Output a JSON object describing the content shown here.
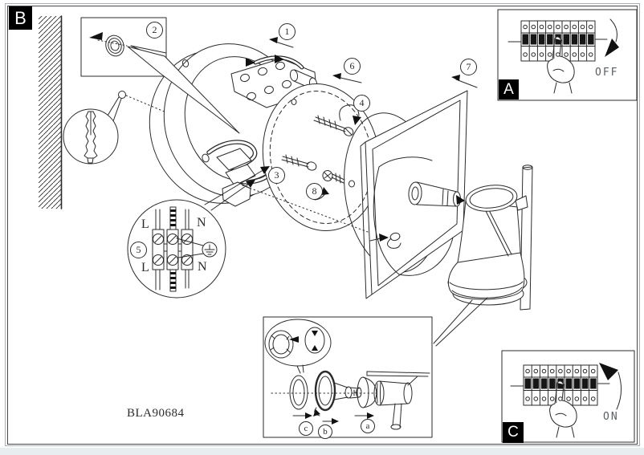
{
  "page": {
    "section_badge": "B",
    "product_code": "BLA90684"
  },
  "callouts": {
    "s1": "1",
    "s2": "2",
    "s3": "3",
    "s4": "4",
    "s5": "5",
    "s6": "6",
    "s7": "7",
    "s8": "8"
  },
  "sub_callouts": {
    "a": "a",
    "b": "b",
    "c": "c"
  },
  "wiring": {
    "live_top": "L",
    "neutral_top": "N",
    "live_bottom": "L",
    "neutral_bottom": "N"
  },
  "insets": {
    "breaker_off": {
      "badge": "A",
      "state": "OFF"
    },
    "breaker_on": {
      "badge": "C",
      "state": "ON"
    }
  },
  "colors": {
    "line": "#2b2b2b",
    "badge_bg": "#000000",
    "badge_text": "#ffffff",
    "footer_strip": "#e8edf0"
  }
}
